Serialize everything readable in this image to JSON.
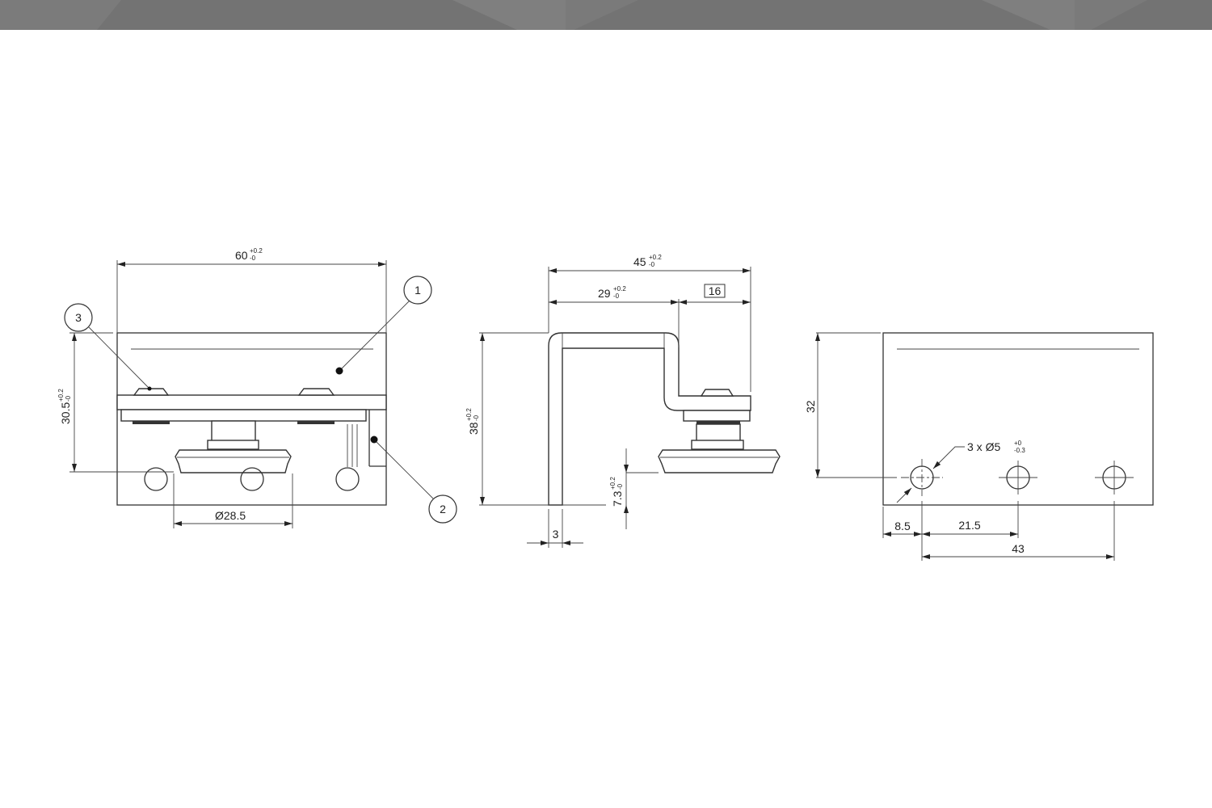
{
  "colors": {
    "banner": "#737373",
    "banner_light": "#858585",
    "line": "#333333"
  },
  "front_view": {
    "width_dim": {
      "value": "60",
      "tol_upper": "+0.2",
      "tol_lower": "-0"
    },
    "height_dim": {
      "value": "30.5",
      "tol_upper": "+0.2",
      "tol_lower": "-0"
    },
    "wheel_dim": {
      "value": "Ø28.5"
    },
    "balloons": [
      "1",
      "2",
      "3"
    ]
  },
  "side_view": {
    "overall_dim": {
      "value": "45",
      "tol_upper": "+0.2",
      "tol_lower": "-0"
    },
    "inner_dim": {
      "value": "29",
      "tol_upper": "+0.2",
      "tol_lower": "-0"
    },
    "ref_dim": {
      "value": "16"
    },
    "height_dim": {
      "value": "38",
      "tol_upper": "+0.2",
      "tol_lower": "-0"
    },
    "wheel_offset_dim": {
      "value": "7.3",
      "tol_upper": "+0.2",
      "tol_lower": "-0"
    },
    "thickness_dim": {
      "value": "3"
    }
  },
  "rear_view": {
    "height_dim": {
      "value": "32"
    },
    "hole_callout": {
      "value": "3 x Ø5",
      "tol_upper": "+0",
      "tol_lower": "-0.3"
    },
    "edge_dim": {
      "value": "8.5"
    },
    "pitch_dim": {
      "value": "21.5"
    },
    "span_dim": {
      "value": "43"
    }
  }
}
